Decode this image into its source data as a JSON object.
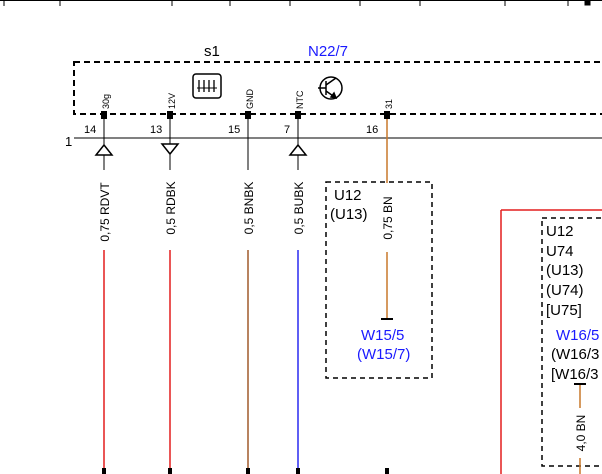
{
  "component": {
    "label_s": "s1",
    "label_ref": "N22/7"
  },
  "ground_ref": "1",
  "pins": [
    {
      "id": "p14",
      "name": "30g",
      "number": "14",
      "wire": "0,75 RDVT",
      "symbol": "arrow-up",
      "color": "#e41e1e"
    },
    {
      "id": "p13",
      "name": "12V",
      "number": "13",
      "wire": "0,5 RDBK",
      "symbol": "arrow-down",
      "color": "#e41e1e"
    },
    {
      "id": "p15",
      "name": "GND",
      "number": "15",
      "wire": "0,5 BNBK",
      "symbol": "none",
      "color": "#a05a2c"
    },
    {
      "id": "p7",
      "name": "NTC",
      "number": "7",
      "wire": "0,5 BUBK",
      "symbol": "arrow-up",
      "color": "#2a2af0"
    },
    {
      "id": "p16",
      "name": "31",
      "number": "16",
      "wire": "0,75 BN",
      "symbol": "none",
      "color": "#c8782a"
    }
  ],
  "connector_box_1": {
    "title": "U12",
    "subtitle": "(U13)",
    "ground_label": "W15/5",
    "ground_label_alt": "(W15/7)"
  },
  "connector_box_2": {
    "lines": [
      "U12",
      "U74",
      "(U13)",
      "(U74)",
      "[U75]"
    ],
    "ground_label": "W16/5",
    "ground_label_alt": "(W16/3",
    "ground_label_alt2": "[W16/3",
    "wire": "4,0 BN"
  },
  "colors": {
    "ref_blue": "#1a1aff",
    "red": "#e41e1e",
    "brown": "#a05a2c",
    "blue": "#2a2af0",
    "orange_brown": "#c8782a"
  },
  "icons": [
    "heater-icon",
    "transistor-icon"
  ]
}
